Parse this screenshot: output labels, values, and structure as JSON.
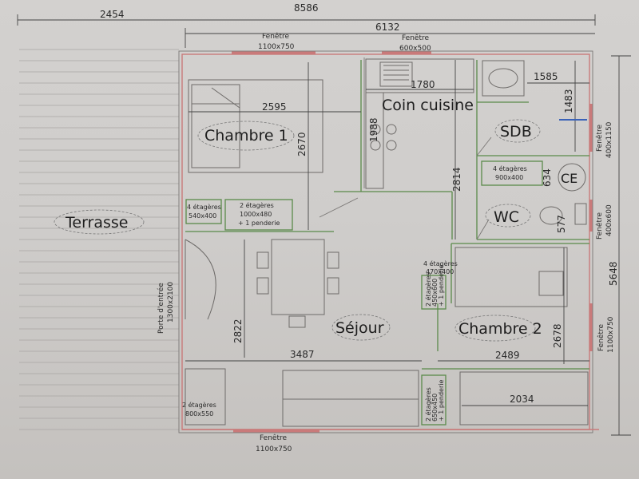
{
  "plan": {
    "overall_width": "8586",
    "terrace_width": "2454",
    "house_width": "6132",
    "house_depth": "5648"
  },
  "rooms": {
    "terrace": "Terrasse",
    "bedroom1": "Chambre 1",
    "kitchen": "Coin cuisine",
    "bathroom": "SDB",
    "wc": "WC",
    "water_heater": "CE",
    "living": "Séjour",
    "bedroom2": "Chambre 2"
  },
  "windows": {
    "top_left": {
      "label": "Fenêtre",
      "size": "1100x750"
    },
    "top_kitchen": {
      "label": "Fenêtre",
      "size": "600x500"
    },
    "right_sdb": {
      "label": "Fenêtre",
      "size": "400x1150"
    },
    "right_wc": {
      "label": "Fenêtre",
      "size": "400x600"
    },
    "right_bedroom2": {
      "label": "Fenêtre",
      "size": "1100x750"
    },
    "bottom": {
      "label": "Fenêtre",
      "size": "1100x750"
    }
  },
  "door": {
    "label": "Porte d'entrée",
    "size": "1300x2100"
  },
  "dimensions": {
    "bedroom1_width": "2595",
    "bedroom1_depth": "2670",
    "kitchen_counter": "1780",
    "kitchen_depth": "1988",
    "hall_depth": "2814",
    "sdb_width": "1585",
    "sdb_depth": "1483",
    "ce_depth": "634",
    "wc_depth": "577",
    "living_depth": "2822",
    "living_width": "3487",
    "bedroom2_width": "2489",
    "bedroom2_depth": "2678",
    "wardrobe_width": "2034"
  },
  "shelves": {
    "s1": {
      "line1": "4 étagères",
      "line2": "540x400"
    },
    "s2": {
      "line1": "2 étagères",
      "line2": "1000x480",
      "line3": "+ 1 penderie"
    },
    "s3": {
      "line1": "4 étagères",
      "line2": "900x400"
    },
    "s4": {
      "line1": "4 étagères",
      "line2": "470x400"
    },
    "s5": {
      "line1": "2 étagères",
      "line2": "450x600",
      "line3": "+ 1 penderie"
    },
    "s6": {
      "line1": "2 étagères",
      "line2": "800x550"
    },
    "s7": {
      "line1": "2 étagères",
      "line2": "650x450",
      "line3": "+ 1 penderie"
    }
  }
}
